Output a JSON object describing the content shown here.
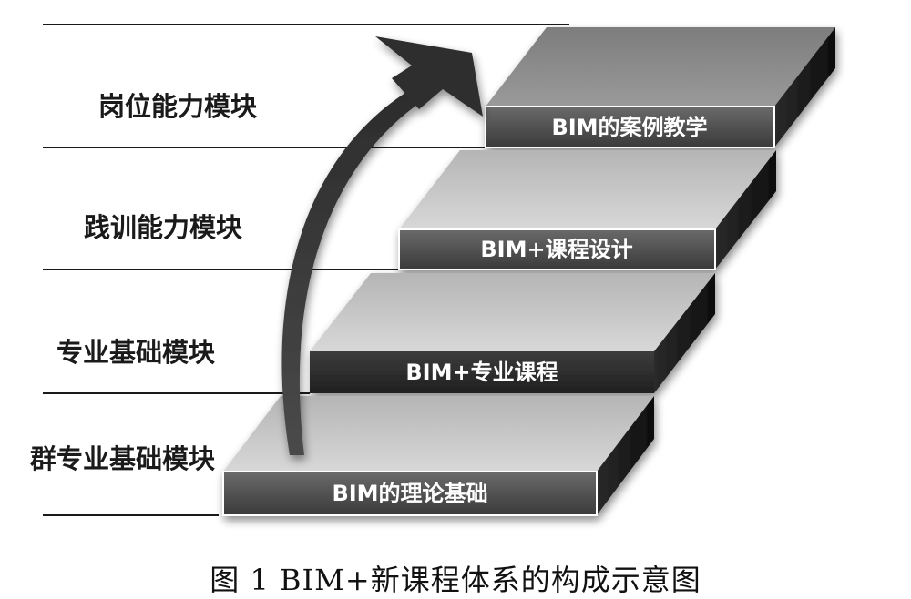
{
  "modules": [
    {
      "label": "岗位能力模块"
    },
    {
      "label": "践训能力模块"
    },
    {
      "label": "专业基础模块"
    },
    {
      "label": "群专业基础模块"
    }
  ],
  "steps": [
    {
      "label": "BIM的案例教学"
    },
    {
      "label": "BIM+课程设计"
    },
    {
      "label": "BIM+专业课程"
    },
    {
      "label": "BIM的理论基础"
    }
  ],
  "caption": "图 1  BIM+新课程体系的构成示意图"
}
